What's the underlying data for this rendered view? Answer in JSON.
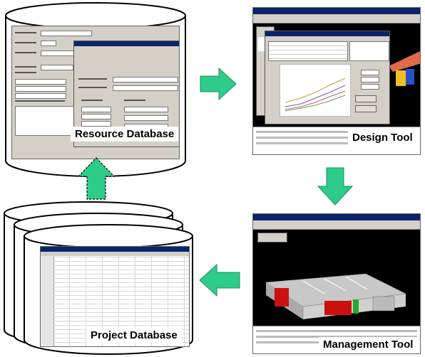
{
  "nodes": {
    "resource_db": {
      "label": "Resource Database"
    },
    "design_tool": {
      "label": "Design Tool"
    },
    "management_tool": {
      "label": "Management Tool"
    },
    "project_db": {
      "label": "Project Database"
    }
  },
  "colors": {
    "arrow": "#2ecc8a",
    "arrow_outline": "#1a8f5c",
    "dashed_arrow": "#2ecc8a",
    "roof": "#e06a4a",
    "wall_red": "#cc1010",
    "wall_green": "#22aa33",
    "scene_bg": "#000000"
  },
  "icons": [
    "arrow-right-icon",
    "arrow-down-icon",
    "arrow-left-icon",
    "arrow-up-dashed-icon",
    "cylinder-icon"
  ]
}
